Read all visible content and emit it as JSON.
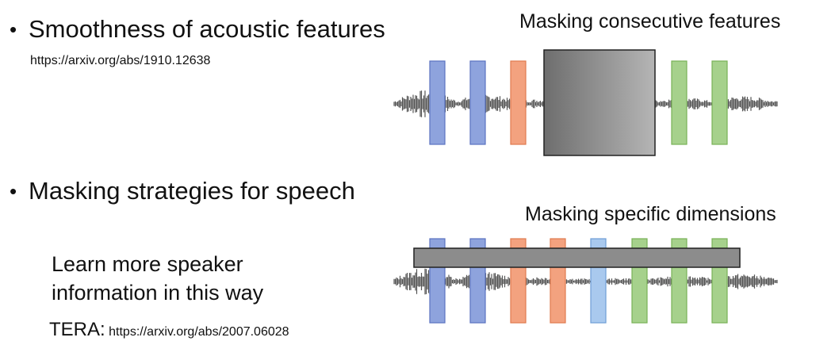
{
  "section1": {
    "bullet": "•",
    "title": "Smoothness of acoustic features",
    "link": "https://arxiv.org/abs/1910.12638",
    "diagram_title": "Masking consecutive features",
    "bars": [
      {
        "color": "#8ea3dd",
        "border": "#5b73c0",
        "masked": false
      },
      {
        "color": "#8ea3dd",
        "border": "#5b73c0",
        "masked": false
      },
      {
        "color": "#f3a27f",
        "border": "#e07b4f",
        "masked": false
      },
      {
        "color": "#f3a27f",
        "border": "#e07b4f",
        "masked": true
      },
      {
        "color": "#8fbde6",
        "border": "#5a94cc",
        "masked": true
      },
      {
        "color": "#a6d18c",
        "border": "#79b256",
        "masked": true
      },
      {
        "color": "#a6d18c",
        "border": "#79b256",
        "masked": false
      },
      {
        "color": "#a6d18c",
        "border": "#79b256",
        "masked": false
      }
    ]
  },
  "section2": {
    "bullet": "•",
    "title": "Masking strategies for speech",
    "diagram_title": "Masking specific dimensions",
    "note_line1": "Learn more speaker",
    "note_line2": "information in this way",
    "tera_label": "TERA:",
    "tera_link": "https://arxiv.org/abs/2007.06028",
    "bars": [
      {
        "color": "#8ea3dd",
        "border": "#5b73c0"
      },
      {
        "color": "#8ea3dd",
        "border": "#5b73c0"
      },
      {
        "color": "#f3a27f",
        "border": "#e07b4f"
      },
      {
        "color": "#f3a27f",
        "border": "#e07b4f"
      },
      {
        "color": "#a9c9ee",
        "border": "#6f9ed6"
      },
      {
        "color": "#a6d18c",
        "border": "#79b256"
      },
      {
        "color": "#a6d18c",
        "border": "#79b256"
      },
      {
        "color": "#a6d18c",
        "border": "#79b256"
      }
    ]
  },
  "colors": {
    "waveform": "#555555",
    "mask_fill_light": "#b5b5b5",
    "mask_fill_dark": "#6e6e6e",
    "mask_border": "#222222",
    "mask_bar_fill": "#8c8c8c"
  }
}
